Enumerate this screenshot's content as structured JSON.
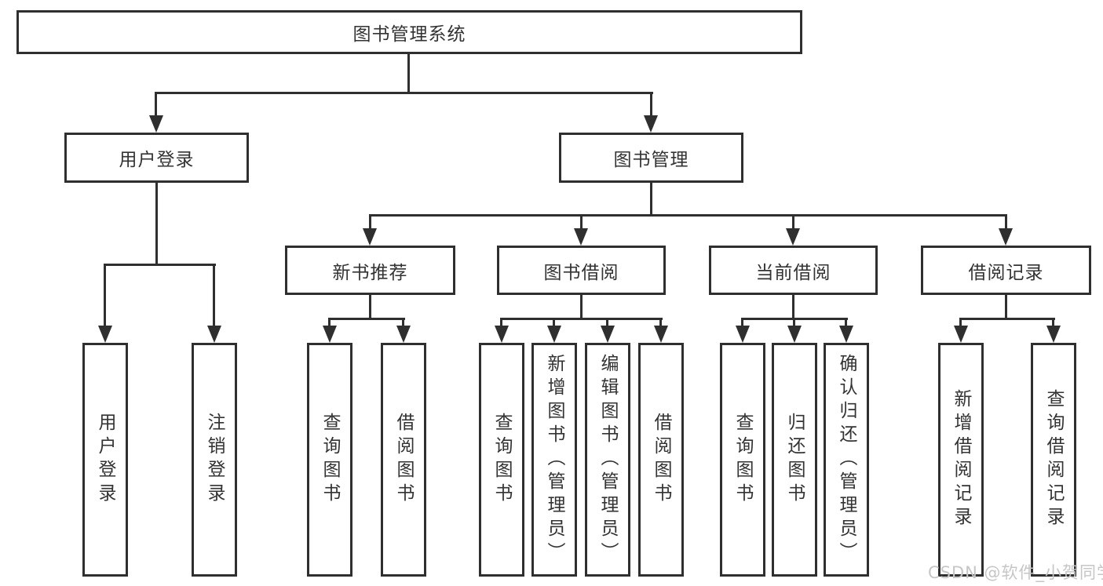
{
  "diagram": {
    "type": "hierarchy-tree",
    "title": "图书管理系统",
    "watermark": "CSDN @软件_小贺同学",
    "colors": {
      "line": "#2f2f2f",
      "text": "#333333",
      "watermark": "#c6c6c6",
      "background": "#ffffff"
    },
    "tree": {
      "root": "图书管理系统",
      "branches": [
        {
          "label": "用户登录",
          "children": [
            "用户登录",
            "注销登录"
          ]
        },
        {
          "label": "图书管理",
          "branches": [
            {
              "label": "新书推荐",
              "children": [
                "查询图书",
                "借阅图书"
              ]
            },
            {
              "label": "图书借阅",
              "children": [
                "查询图书",
                "新增图书（管理员）",
                "编辑图书（管理员）",
                "借阅图书"
              ]
            },
            {
              "label": "当前借阅",
              "children": [
                "查询图书",
                "归还图书",
                "确认归还（管理员）"
              ]
            },
            {
              "label": "借阅记录",
              "children": [
                "新增借阅记录",
                "查询借阅记录"
              ]
            }
          ]
        }
      ]
    }
  }
}
